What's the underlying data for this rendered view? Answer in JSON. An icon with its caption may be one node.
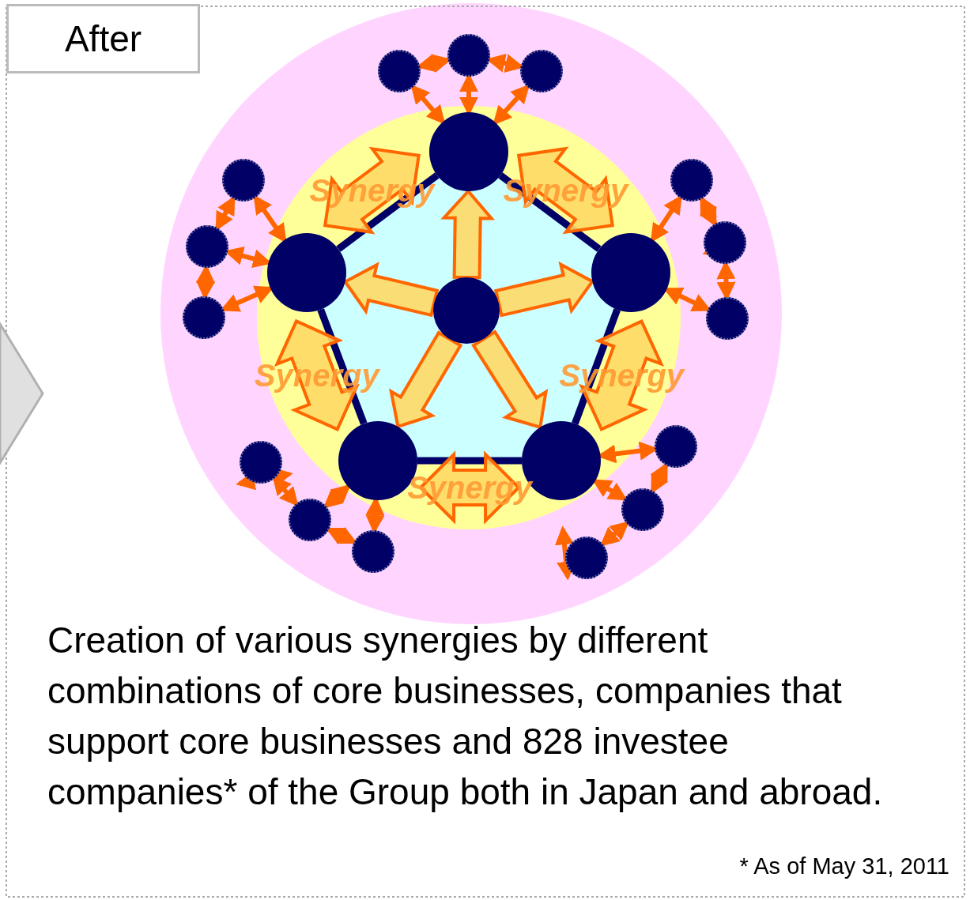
{
  "diagram": {
    "title": "After",
    "caption": "Creation of various synergies by different combinations of core businesses, companies that support core businesses and 828 investee companies* of the Group both in Japan and abroad.",
    "nodes": [
      {
        "text": [],
        "shape": "circle"
      },
      {
        "text": [],
        "shape": "circle"
      },
      {
        "text": [],
        "shape": "circle"
      },
      {
        "text": [],
        "shape": "circle"
      },
      {
        "text": [],
        "shape": "circle"
      },
      {
        "text": [],
        "shape": "circle"
      },
      {
        "text": [],
        "shape": "circle"
      },
      {
        "text": [],
        "shape": "circle"
      },
      {
        "text": [],
        "shape": "circle"
      },
      {
        "text": [],
        "shape": "circle"
      },
      {
        "text": [],
        "shape": "circle"
      },
      {
        "text": [],
        "shape": "circle"
      },
      {
        "text": [],
        "shape": "circle"
      },
      {
        "text": [],
        "shape": "circle"
      },
      {
        "text": [],
        "shape": "circle"
      },
      {
        "text": [],
        "shape": "circle"
      },
      {
        "text": [],
        "shape": "circle"
      },
      {
        "text": [],
        "shape": "circle"
      },
      {
        "text": [],
        "shape": "circle"
      },
      {
        "text": [],
        "shape": "circle"
      },
      {
        "text": [],
        "shape": "circle"
      }
    ],
    "edges": [
      {
        "from": 0,
        "to": 1,
        "arrow": "to",
        "style": "thick",
        "color": "#ffd966"
      },
      {
        "from": 0,
        "to": 2,
        "arrow": "to",
        "style": "thick",
        "color": "#ffd966"
      },
      {
        "from": 0,
        "to": 3,
        "arrow": "to",
        "style": "thick",
        "color": "#ffd966"
      },
      {
        "from": 0,
        "to": 4,
        "arrow": "to",
        "style": "thick",
        "color": "#ffd966"
      },
      {
        "from": 0,
        "to": 5,
        "arrow": "to",
        "style": "thick",
        "color": "#ffd966"
      },
      {
        "from": 1,
        "to": 2,
        "arrow": "none",
        "color": "#000066"
      },
      {
        "from": 1,
        "to": 3,
        "arrow": "none",
        "color": "#000066"
      },
      {
        "from": 2,
        "to": 4,
        "arrow": "none",
        "color": "#000066"
      },
      {
        "from": 3,
        "to": 5,
        "arrow": "none",
        "color": "#000066"
      },
      {
        "from": 4,
        "to": 5,
        "arrow": "none",
        "color": "#000066"
      },
      {
        "from": 1,
        "to": 2,
        "arrow": "both",
        "label": "Synergy",
        "style": "thick",
        "color": "#ffd966"
      },
      {
        "from": 1,
        "to": 3,
        "arrow": "both",
        "label": "Synergy",
        "style": "thick",
        "color": "#ffd966"
      },
      {
        "from": 2,
        "to": 4,
        "arrow": "both",
        "label": "Synergy",
        "style": "thick",
        "color": "#ffd966"
      },
      {
        "from": 3,
        "to": 5,
        "arrow": "both",
        "label": "Synergy",
        "style": "thick",
        "color": "#ffd966"
      },
      {
        "from": 4,
        "to": 5,
        "arrow": "both",
        "label": "Synergy",
        "style": "thick",
        "color": "#ffd966"
      },
      {
        "from": 6,
        "to": 7,
        "arrow": "both"
      },
      {
        "from": 7,
        "to": 8,
        "arrow": "both"
      },
      {
        "from": 6,
        "to": 1,
        "arrow": "both"
      },
      {
        "from": 7,
        "to": 1,
        "arrow": "both"
      },
      {
        "from": 8,
        "to": 1,
        "arrow": "both"
      },
      {
        "from": 9,
        "to": 10,
        "arrow": "both"
      },
      {
        "from": 9,
        "to": 2,
        "arrow": "both"
      },
      {
        "from": 10,
        "to": 2,
        "arrow": "both"
      },
      {
        "from": 10,
        "to": 11,
        "arrow": "both"
      },
      {
        "from": 11,
        "to": 2,
        "arrow": "both"
      },
      {
        "from": 12,
        "to": 13,
        "arrow": "both"
      },
      {
        "from": 12,
        "to": 3,
        "arrow": "both"
      },
      {
        "from": 13,
        "to": null,
        "arrow": "both"
      },
      {
        "from": 13,
        "to": 14,
        "arrow": "both"
      },
      {
        "from": 14,
        "to": 3,
        "arrow": "both"
      },
      {
        "from": 15,
        "to": null,
        "arrow": "both"
      },
      {
        "from": 15,
        "to": 16,
        "arrow": "both"
      },
      {
        "from": 16,
        "to": 4,
        "arrow": "both"
      },
      {
        "from": 4,
        "to": 17,
        "arrow": "both"
      },
      {
        "from": 16,
        "to": 17,
        "arrow": "both"
      },
      {
        "from": 5,
        "to": 18,
        "arrow": "both"
      },
      {
        "from": 18,
        "to": 19,
        "arrow": "both"
      },
      {
        "from": 5,
        "to": 19,
        "arrow": "both"
      },
      {
        "from": 19,
        "to": 20,
        "arrow": "both"
      },
      {
        "from": 20,
        "to": null,
        "arrow": "both"
      }
    ],
    "labels": [
      "* As of May 31, 2011"
    ]
  }
}
